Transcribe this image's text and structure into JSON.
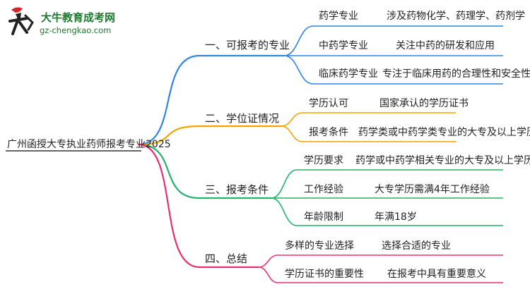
{
  "logo": {
    "title": "大牛教育成考网",
    "url": "gz-chengkao.com"
  },
  "mindmap": {
    "root": "广州函授大专执业药师报考专业2025",
    "branches": [
      {
        "label": "一、可报考的专业",
        "color": "#2f86e0",
        "children": [
          {
            "label": "药学专业",
            "detail": "涉及药物化学、药理学、药剂学"
          },
          {
            "label": "中药学专业",
            "detail": "关注中药的研发和应用"
          },
          {
            "label": "临床药学专业",
            "detail": "专注于临床用药的合理性和安全性"
          }
        ]
      },
      {
        "label": "二、学位证情况",
        "color": "#f0a400",
        "children": [
          {
            "label": "学历认可",
            "detail": "国家承认的学历证书"
          },
          {
            "label": "报考条件",
            "detail": "药学类或中药学类专业的大专及以上学历"
          }
        ]
      },
      {
        "label": "三、报考条件",
        "color": "#22b46a",
        "children": [
          {
            "label": "学历要求",
            "detail": "药学或中药学相关专业的大专及以上学历"
          },
          {
            "label": "工作经验",
            "detail": "大专学历需满4年工作经验"
          },
          {
            "label": "年龄限制",
            "detail": "年满18岁"
          }
        ]
      },
      {
        "label": "四、总结",
        "color": "#e8306e",
        "children": [
          {
            "label": "多样的专业选择",
            "detail": "选择合适的专业"
          },
          {
            "label": "学历证书的重要性",
            "detail": "在报考中具有重要意义"
          }
        ]
      }
    ]
  }
}
